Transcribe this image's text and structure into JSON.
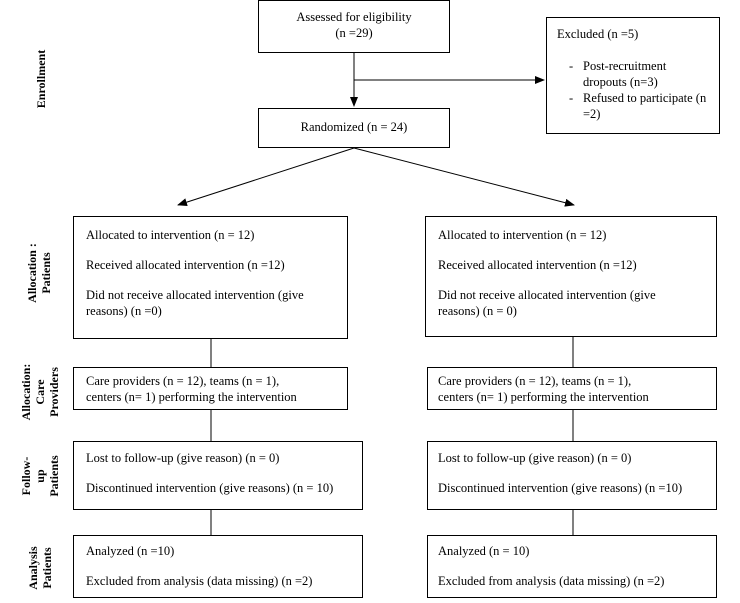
{
  "enrollment": {
    "assessed": [
      "Assessed for eligibility",
      "(n =29)"
    ],
    "excluded_title": "Excluded (n =5)",
    "excluded_items": [
      "Post-recruitment dropouts (n=3)",
      "Refused to participate (n =2)"
    ],
    "randomized": "Randomized (n = 24)"
  },
  "stages": {
    "enrollment": "Enrollment",
    "allocation_patients": [
      "Allocation :",
      "Patients"
    ],
    "allocation_providers": [
      "Allocation:",
      "Care",
      "Providers"
    ],
    "followup": [
      "Follow-",
      "up",
      "Patients"
    ],
    "analysis": [
      "Analysis",
      "Patients"
    ]
  },
  "left": {
    "allocation": [
      "Allocated to intervention (n = 12)",
      "Received allocated intervention (n =12)",
      "Did not receive allocated intervention (give",
      "reasons) (n =0)"
    ],
    "providers": [
      "Care providers (n = 12), teams (n = 1),",
      "centers (n= 1) performing the intervention"
    ],
    "followup": [
      "Lost to follow-up (give reason) (n = 0)",
      "Discontinued intervention (give reasons) (n = 10)"
    ],
    "analysis": [
      "Analyzed (n =10)",
      "Excluded from analysis (data missing) (n =2)"
    ]
  },
  "right": {
    "allocation": [
      "Allocated to intervention (n = 12)",
      "Received allocated intervention (n =12)",
      "Did not receive allocated intervention (give",
      "reasons) (n = 0)"
    ],
    "providers": [
      "Care providers (n = 12), teams (n = 1),",
      "centers (n= 1) performing the intervention"
    ],
    "followup": [
      "Lost to follow-up (give reason) (n = 0)",
      "Discontinued intervention (give reasons) (n =10)"
    ],
    "analysis": [
      "Analyzed (n = 10)",
      "Excluded from analysis (data missing) (n =2)"
    ]
  }
}
